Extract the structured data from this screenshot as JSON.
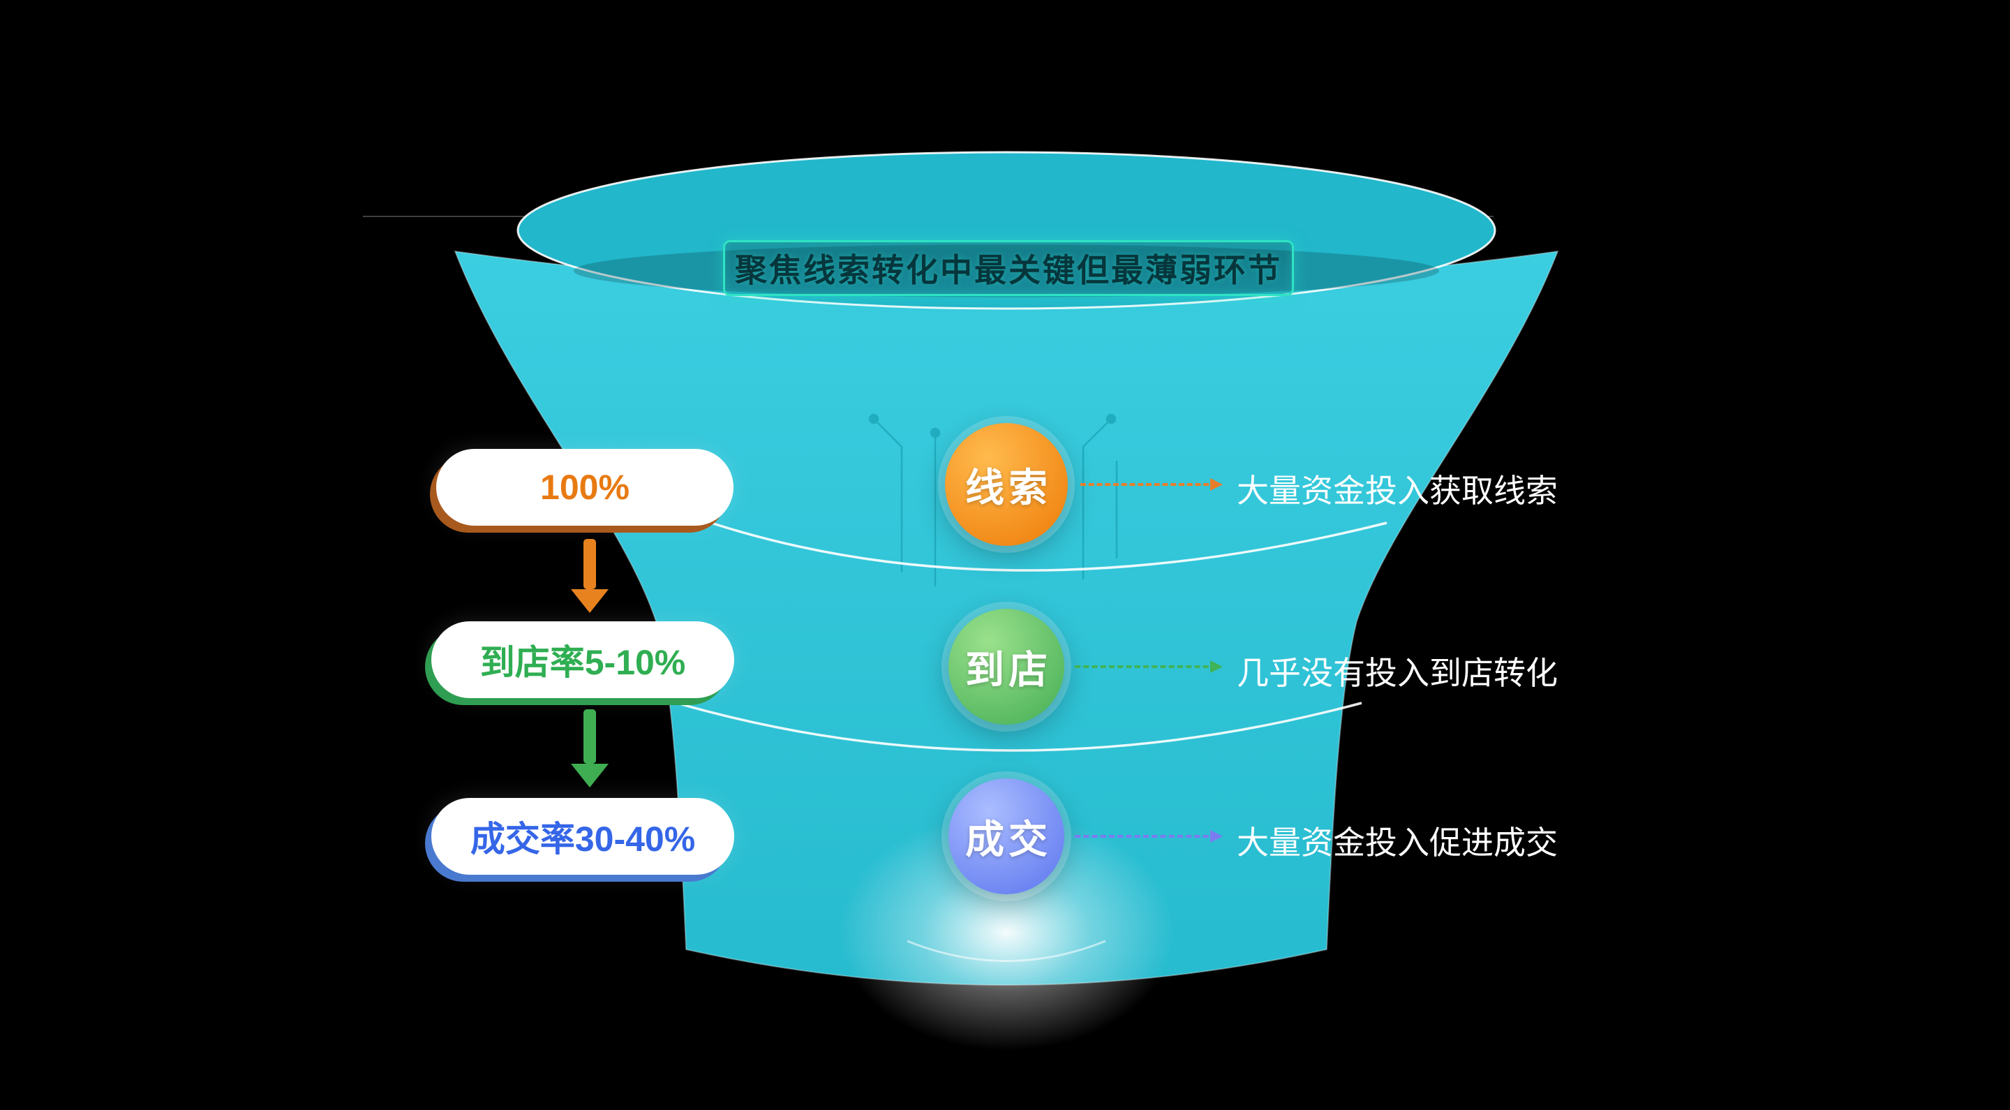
{
  "canvas": {
    "background": "#000000"
  },
  "title": {
    "text": "聚焦线索转化中最关键但最薄弱环节",
    "border_color": "#2fe3c4",
    "text_color": "#06363c"
  },
  "funnel": {
    "fill_top": "#3bcde0",
    "fill_bottom": "#27bbcf",
    "rim_fill": "#22b7cb",
    "rim_stroke": "#ffffff",
    "divider_color": "#ffffff"
  },
  "stages": [
    {
      "name": "leads",
      "bubble_label": "线索",
      "bubble_color_from": "#ffba4d",
      "bubble_color_to": "#ee7a06",
      "pill_label": "100%",
      "pill_text_color": "#e87a12",
      "pill_shadow_color": "#a85a1e",
      "arrow_color": "#e87e2a",
      "annotation": "大量资金投入获取线索"
    },
    {
      "name": "visit",
      "bubble_label": "到店",
      "bubble_color_from": "#9be18c",
      "bubble_color_to": "#42ad54",
      "pill_label": "到店率5-10%",
      "pill_text_color": "#2fae52",
      "pill_shadow_color": "#2f9e52",
      "arrow_color": "#3fb356",
      "annotation": "几乎没有投入到店转化"
    },
    {
      "name": "deal",
      "bubble_label": "成交",
      "bubble_color_from": "#aabdff",
      "bubble_color_to": "#5b74ee",
      "pill_label": "成交率30-40%",
      "pill_text_color": "#3566e8",
      "pill_shadow_color": "#4a7ad0",
      "arrow_color": "#7d7af0",
      "annotation": "大量资金投入促进成交"
    }
  ],
  "flow_arrows": [
    {
      "color": "#e8821f"
    },
    {
      "color": "#3fae52"
    }
  ]
}
